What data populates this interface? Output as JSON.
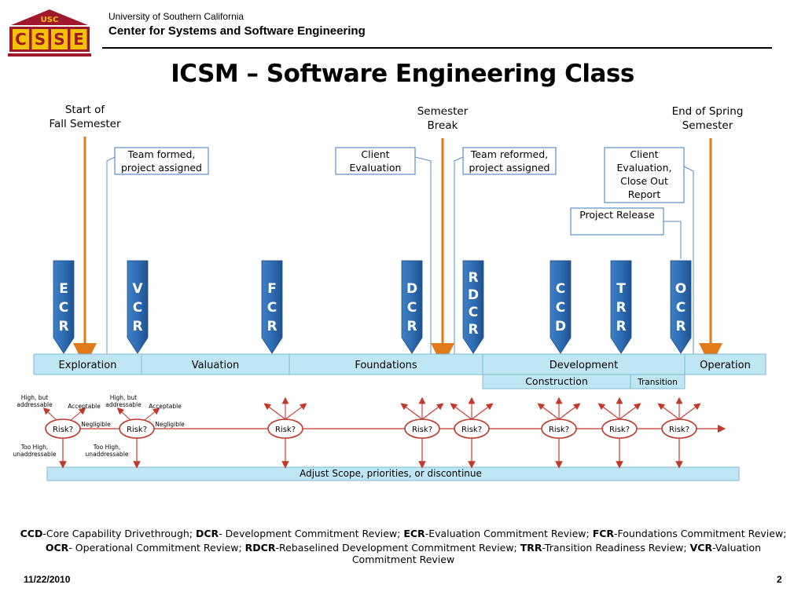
{
  "header": {
    "logo_text": {
      "top": "USC",
      "letters": [
        "C",
        "S",
        "S",
        "E"
      ]
    },
    "university": "University of Southern California",
    "center": "Center for Systems and Software Engineering",
    "title": "ICSM – Software Engineering Class"
  },
  "milestones": [
    {
      "id": "start",
      "lines": [
        "Start of",
        "Fall Semester"
      ]
    },
    {
      "id": "break",
      "lines": [
        "Semester",
        "Break"
      ]
    },
    {
      "id": "end",
      "lines": [
        "End of Spring",
        "Semester"
      ]
    }
  ],
  "boxes": [
    {
      "id": "team-formed",
      "lines": [
        "Team formed,",
        "project assigned"
      ]
    },
    {
      "id": "client-eval",
      "lines": [
        "Client",
        "Evaluation"
      ]
    },
    {
      "id": "team-reformed",
      "lines": [
        "Team reformed,",
        "project assigned"
      ]
    },
    {
      "id": "client-closeout",
      "lines": [
        "Client",
        "Evaluation,",
        "Close Out",
        "Report"
      ]
    },
    {
      "id": "project-release",
      "lines": [
        "Project Release"
      ]
    }
  ],
  "reviews": [
    {
      "id": "ecr",
      "letters": [
        "E",
        "C",
        "R"
      ]
    },
    {
      "id": "vcr",
      "letters": [
        "V",
        "C",
        "R"
      ]
    },
    {
      "id": "fcr",
      "letters": [
        "F",
        "C",
        "R"
      ]
    },
    {
      "id": "dcr",
      "letters": [
        "D",
        "C",
        "R"
      ]
    },
    {
      "id": "rdcr",
      "letters": [
        "R",
        "D",
        "C",
        "R"
      ]
    },
    {
      "id": "ccd",
      "letters": [
        "C",
        "C",
        "D"
      ]
    },
    {
      "id": "trr",
      "letters": [
        "T",
        "R",
        "R"
      ]
    },
    {
      "id": "ocr",
      "letters": [
        "O",
        "C",
        "R"
      ]
    }
  ],
  "phases": [
    "Exploration",
    "Valuation",
    "Foundations",
    "Development",
    "Operation"
  ],
  "subphases": [
    "Construction",
    "Transition"
  ],
  "risk": {
    "label": "Risk?",
    "first": {
      "high_addressable": [
        "High, but",
        "addressable"
      ],
      "acceptable": "Acceptable",
      "negligible": "Negligible",
      "too_high": [
        "Too High,",
        "unaddressable"
      ]
    },
    "adjust_bar": "Adjust Scope, priorities, or discontinue"
  },
  "legend": {
    "line1": [
      {
        "abbr": "CCD",
        "text": "-Core Capability Drivethrough; "
      },
      {
        "abbr": "DCR",
        "text": "- Development Commitment Review; "
      },
      {
        "abbr": "ECR",
        "text": "-Evaluation Commitment Review; "
      },
      {
        "abbr": "FCR",
        "text": "-Foundations Commitment Review;"
      }
    ],
    "line2": [
      {
        "abbr": "OCR",
        "text": "- Operational Commitment Review; "
      },
      {
        "abbr": "RDCR",
        "text": "-Rebaselined Development Commitment Review; "
      },
      {
        "abbr": "TRR",
        "text": "-Transition Readiness Review; "
      },
      {
        "abbr": "VCR",
        "text": "-Valuation Commitment Review"
      }
    ]
  },
  "footer": {
    "date": "11/22/2010",
    "page": "2"
  },
  "colors": {
    "review_blue": "#2e6db3",
    "phase_fill": "#bfe7f3",
    "phase_stroke": "#7fb9d0",
    "milestone_arrow": "#e07a1a",
    "risk_red": "#c0392b",
    "box_border": "#5b8fc7",
    "logo_red": "#a0192b",
    "logo_gold": "#f2c200"
  }
}
